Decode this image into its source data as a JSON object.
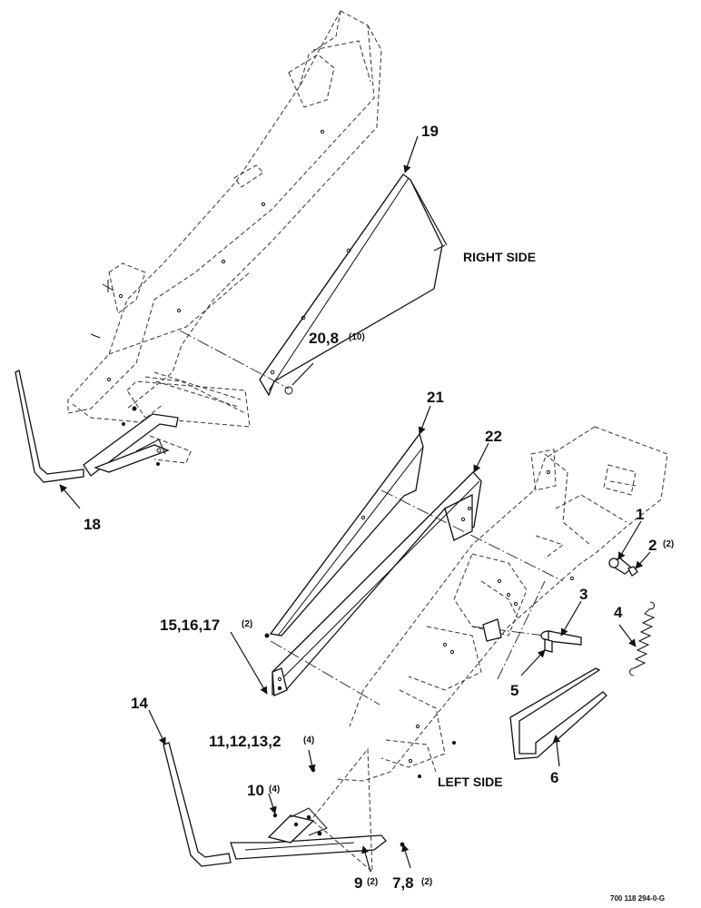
{
  "labels": {
    "right_side": "RIGHT SIDE",
    "left_side": "LEFT SIDE",
    "drawing_ref": "700 118 294-0-G"
  },
  "callouts": {
    "c1": {
      "text": "1",
      "qty": ""
    },
    "c2": {
      "text": "2",
      "qty": "(2)"
    },
    "c3": {
      "text": "3",
      "qty": ""
    },
    "c4": {
      "text": "4",
      "qty": ""
    },
    "c5": {
      "text": "5",
      "qty": ""
    },
    "c6": {
      "text": "6",
      "qty": ""
    },
    "c7_8": {
      "text": "7,8",
      "qty": "(2)"
    },
    "c9": {
      "text": "9",
      "qty": "(2)"
    },
    "c10": {
      "text": "10",
      "qty": "(4)"
    },
    "c11_13": {
      "text": "11,12,13,2",
      "qty": "(4)"
    },
    "c14": {
      "text": "14",
      "qty": ""
    },
    "c15_17": {
      "text": "15,16,17",
      "qty": "(2)"
    },
    "c18": {
      "text": "18",
      "qty": ""
    },
    "c19": {
      "text": "19",
      "qty": ""
    },
    "c20_8": {
      "text": "20,8",
      "qty": "(10)"
    },
    "c21": {
      "text": "21",
      "qty": ""
    },
    "c22": {
      "text": "22",
      "qty": ""
    }
  }
}
